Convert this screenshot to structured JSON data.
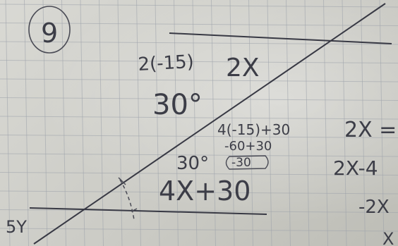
{
  "notebook": {
    "problem_number": "9",
    "angle_top": {
      "substitution": "2(-15)",
      "expression": "2X",
      "value": "30°"
    },
    "angle_bottom": {
      "value": "30°",
      "expression": "4X+30"
    },
    "work": {
      "line1": "4(-15)+30",
      "line2": "-60+30",
      "line3": "-30"
    },
    "equation": {
      "line1": "2X =",
      "line2": "2X-4",
      "line3": "-2X",
      "line4": "X"
    },
    "corner_label": "5Y"
  }
}
